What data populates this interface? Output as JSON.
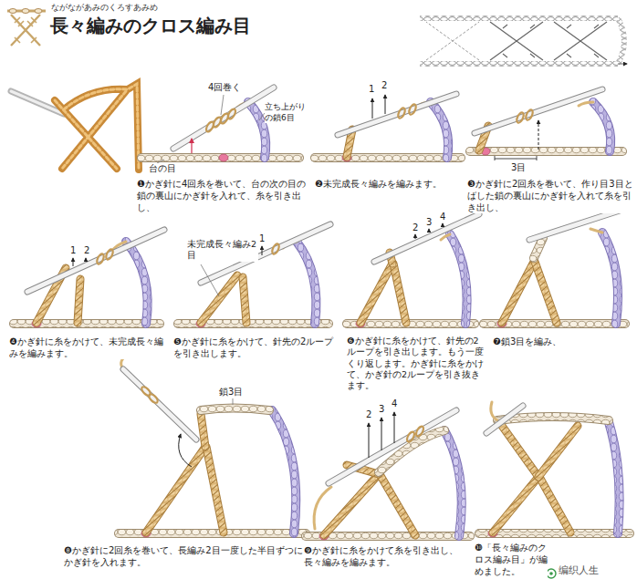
{
  "diagram": {
    "title": "長々編みのクロス編み目",
    "labels": [
      "ながながあみのくろすあみめ",
      "4回巻く",
      "立ち上がりの鎖6目",
      "台の目",
      "❶かぎ針に4回糸を巻いて、台の次の目の鎖の裏山にかぎ針を入れて、糸を引き出し、",
      "1",
      "2",
      "❷未完成長々編みを編みます。",
      "3目",
      "❸かぎ針に2回糸を巻いて、作り目3目とばした鎖の裏山にかぎ針を入れて糸を引き出し、",
      "1",
      "2",
      "❹かぎ針に糸をかけて、未完成長々編みを編みます。",
      "未完成長々編み2目",
      "1",
      "❺かぎ針に糸をかけて、針先の2ループを引き出します。",
      "2",
      "3",
      "4",
      "❻かぎ針に糸をかけて、針先の2ループを引き出します。もう一度くり返します。かぎ針に糸をかけて、かぎ針の2ループを引き抜きます。",
      "❼鎖3目を編み、",
      "鎖3目",
      "❽かぎ針に2回糸を巻いて、長編み2目一度した半目ずつにかぎ針を入れます。",
      "2",
      "3",
      "4",
      "❾かぎ針に糸をかけて糸を引き出し、長々編みを編みます。",
      "❿「長々編みのクロス編み目」が編めました。",
      "编织人生"
    ]
  }
}
